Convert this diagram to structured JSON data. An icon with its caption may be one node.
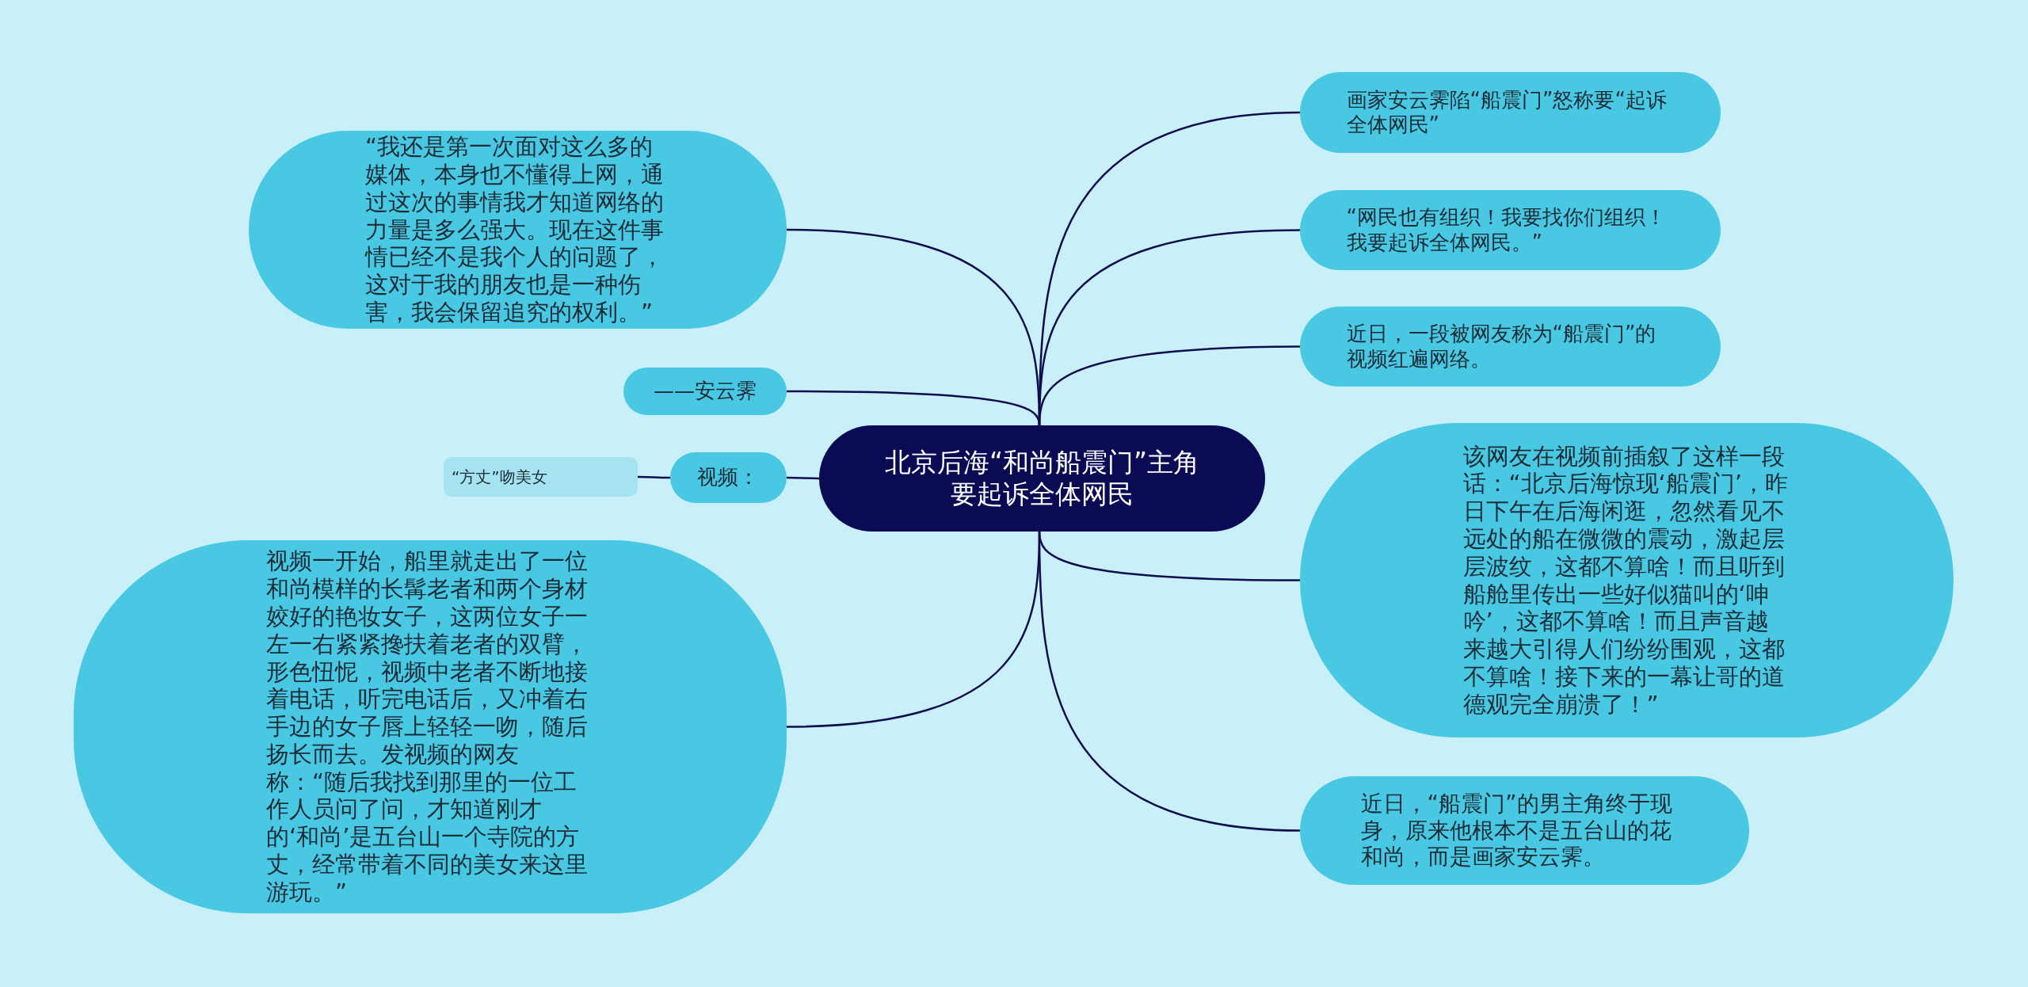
{
  "diagram": {
    "nodes": [
      {
        "text": [
          "北京后海“和尚船震门”主角要起诉全体网民"
        ]
      },
      {
        "text": [
          "“我还是第一次面对这么多的媒体，本身也不懂得上网，通过这次的事情我才知道网络的力量是多么强大。现在这件事情已经不是我个人的问题了，这对于我的朋友也是一种伤害，我会保留追究的权利。”"
        ]
      },
      {
        "text": [
          "——安云霁"
        ]
      },
      {
        "text": [
          "视频："
        ]
      },
      {
        "text": [
          "“方丈”吻美女"
        ]
      },
      {
        "text": [
          "视频一开始，船里就走出了一位和尚模样的长髯老者和两个身材姣好的艳妆女子，这两位女子一左一右紧紧搀扶着老者的双臂，形色忸怩，视频中老者不断地接着电话，听完电话后，又冲着右手边的女子唇上轻轻一吻，随后扬长而去。发视频的网友称：“随后我找到那里的一位工作人员问了问，才知道刚才的‘和尚’是五台山一个寺院的方丈，经常带着不同的美女来这里游玩。”"
        ]
      },
      {
        "text": [
          "画家安云霁陷“船震门”怒称要“起诉全体网民”"
        ]
      },
      {
        "text": [
          "“网民也有组织！我要找你们组织！我要起诉全体网民。”"
        ]
      },
      {
        "text": [
          "近日，一段被网友称为“船震门”的视频红遍网络。"
        ]
      },
      {
        "text": [
          "该网友在视频前插叙了这样一段话：“北京后海惊现‘船震门’，昨日下午在后海闲逛，忽然看见不远处的船在微微的震动，激起层层波纹，这都不算啥！而且听到船舱里传出一些好似猫叫的‘呻吟’，这都不算啥！而且声音越来越大引得人们纷纷围观，这都不算啥！接下来的一幕让哥的道德观完全崩溃了！”"
        ]
      },
      {
        "text": [
          "近日，“船震门”的男主角终于现身，原来他根本不是五台山的花和尚，而是画家安云霁。"
        ]
      }
    ],
    "edges": [
      {
        "from": 0,
        "to": 1,
        "arrow": "none"
      },
      {
        "from": 0,
        "to": 2,
        "arrow": "none"
      },
      {
        "from": 0,
        "to": 3,
        "arrow": "none"
      },
      {
        "from": 3,
        "to": 4,
        "arrow": "none"
      },
      {
        "from": 0,
        "to": 5,
        "arrow": "none"
      },
      {
        "from": 0,
        "to": 6,
        "arrow": "none"
      },
      {
        "from": 0,
        "to": 7,
        "arrow": "none"
      },
      {
        "from": 0,
        "to": 8,
        "arrow": "none"
      },
      {
        "from": 0,
        "to": 9,
        "arrow": "none"
      },
      {
        "from": 0,
        "to": 10,
        "arrow": "none"
      }
    ]
  }
}
